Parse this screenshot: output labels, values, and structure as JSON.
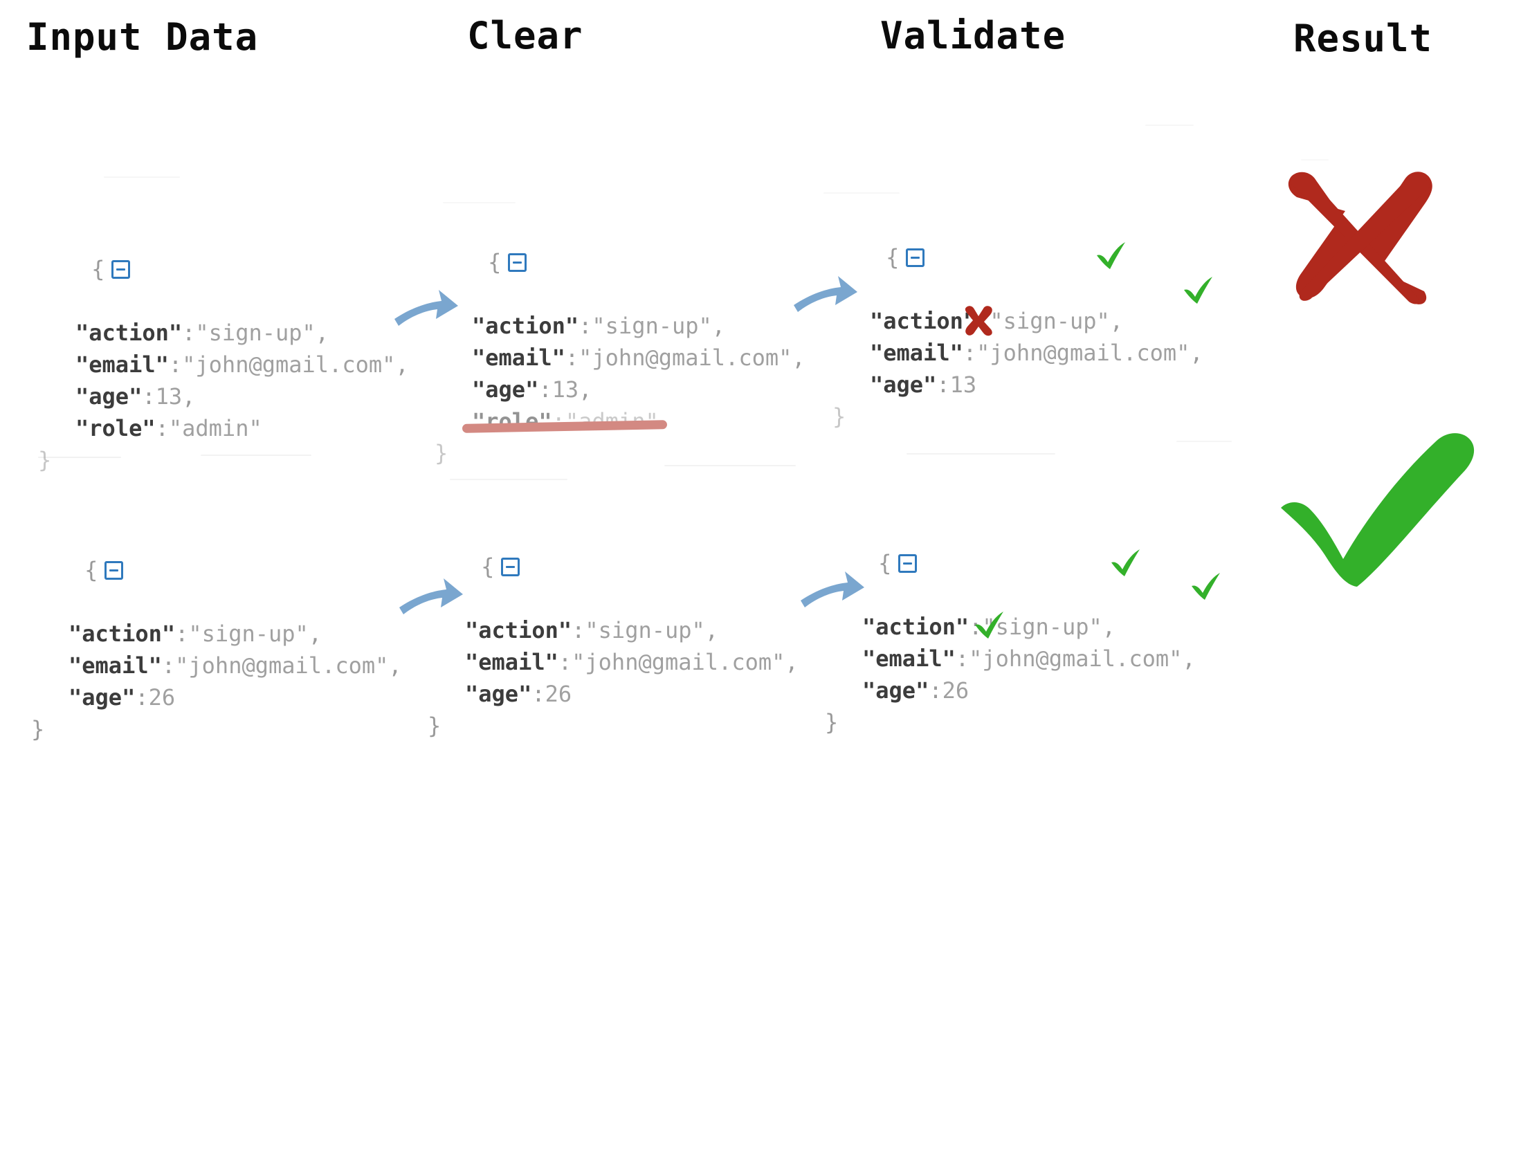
{
  "palette": {
    "key_color": "#3c3c3c",
    "value_color": "#a0a0a0",
    "punct_color": "#9a9a9a",
    "icon_blue": "#2f79bd",
    "arrow_blue": "#7aa6cf",
    "check_green": "#33b02a",
    "cross_red": "#b0291d",
    "title_color": "#0b0b0b",
    "background": "#ffffff"
  },
  "stages": [
    {
      "id": "input",
      "label": "Input Data"
    },
    {
      "id": "clear",
      "label": "Clear"
    },
    {
      "id": "validate",
      "label": "Validate"
    },
    {
      "id": "result",
      "label": "Result"
    }
  ],
  "syntax": {
    "open_brace": "{",
    "close_brace": "}",
    "colon": ":",
    "comma": ",",
    "quote": "\"",
    "collapse_icon": "minus-square-icon"
  },
  "rows": [
    {
      "id": "row-underage",
      "result": "fail",
      "result_mark": "cross-mark",
      "input": {
        "fields": [
          {
            "key": "\"action\"",
            "sep": ":",
            "value": "\"sign-up\"",
            "comma": ","
          },
          {
            "key": "\"email\"",
            "sep": ":",
            "value": "\"john@gmail.com\"",
            "comma": ","
          },
          {
            "key": "\"age\"",
            "sep": ":",
            "value": "13",
            "comma": ","
          },
          {
            "key": "\"role\"",
            "sep": ":",
            "value": "\"admin\"",
            "comma": ""
          }
        ]
      },
      "clear": {
        "fields": [
          {
            "key": "\"action\"",
            "sep": ":",
            "value": "\"sign-up\"",
            "comma": ",",
            "removed": false
          },
          {
            "key": "\"email\"",
            "sep": ":",
            "value": "\"john@gmail.com\"",
            "comma": ",",
            "removed": false
          },
          {
            "key": "\"age\"",
            "sep": ":",
            "value": "13",
            "comma": ",",
            "removed": false
          },
          {
            "key": "\"role\"",
            "sep": ":",
            "value": "\"admin\"",
            "comma": "",
            "removed": true
          }
        ]
      },
      "validate": {
        "fields": [
          {
            "key": "\"action\"",
            "sep": ":",
            "value": "\"sign-up\"",
            "comma": ",",
            "mark": "check"
          },
          {
            "key": "\"email\"",
            "sep": ":",
            "value": "\"john@gmail.com\"",
            "comma": ",",
            "mark": "check"
          },
          {
            "key": "\"age\"",
            "sep": ":",
            "value": "13",
            "comma": "",
            "mark": "cross"
          }
        ]
      }
    },
    {
      "id": "row-adult",
      "result": "pass",
      "result_mark": "check-mark",
      "input": {
        "fields": [
          {
            "key": "\"action\"",
            "sep": ":",
            "value": "\"sign-up\"",
            "comma": ","
          },
          {
            "key": "\"email\"",
            "sep": ":",
            "value": "\"john@gmail.com\"",
            "comma": ","
          },
          {
            "key": "\"age\"",
            "sep": ":",
            "value": "26",
            "comma": ""
          }
        ]
      },
      "clear": {
        "fields": [
          {
            "key": "\"action\"",
            "sep": ":",
            "value": "\"sign-up\"",
            "comma": ",",
            "removed": false
          },
          {
            "key": "\"email\"",
            "sep": ":",
            "value": "\"john@gmail.com\"",
            "comma": ",",
            "removed": false
          },
          {
            "key": "\"age\"",
            "sep": ":",
            "value": "26",
            "comma": "",
            "removed": false
          }
        ]
      },
      "validate": {
        "fields": [
          {
            "key": "\"action\"",
            "sep": ":",
            "value": "\"sign-up\"",
            "comma": ",",
            "mark": "check"
          },
          {
            "key": "\"email\"",
            "sep": ":",
            "value": "\"john@gmail.com\"",
            "comma": ",",
            "mark": "check"
          },
          {
            "key": "\"age\"",
            "sep": ":",
            "value": "26",
            "comma": "",
            "mark": "check"
          }
        ]
      }
    }
  ]
}
